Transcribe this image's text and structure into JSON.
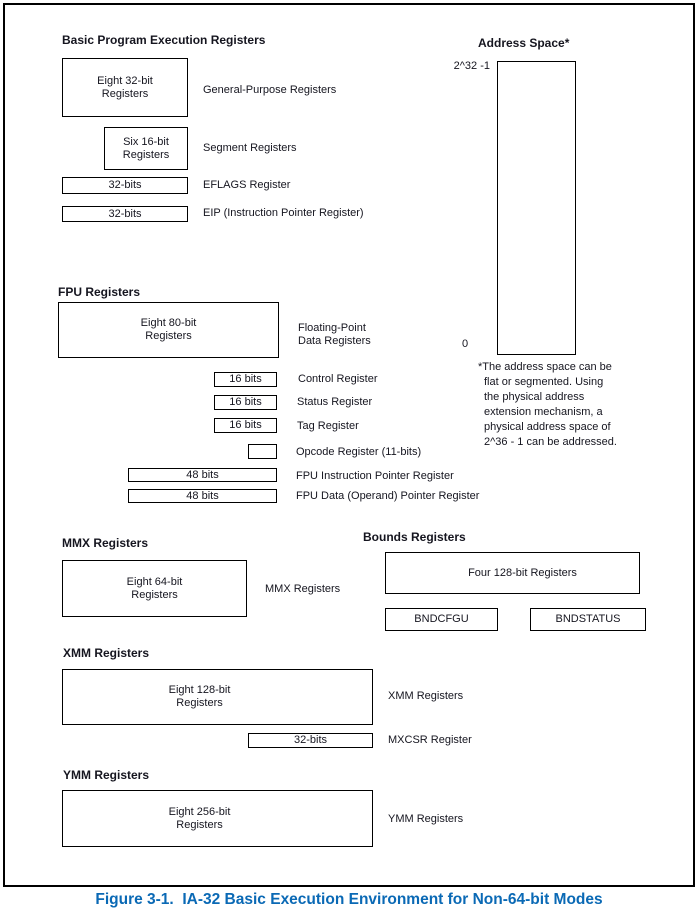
{
  "colors": {
    "text": "#15151f",
    "caption_blue": "#0a69b5",
    "border": "#000000",
    "background": "#ffffff"
  },
  "caption": {
    "text": "Figure 3-1.  IA-32 Basic Execution Environment for Non-64-bit Modes"
  },
  "basic": {
    "heading": "Basic Program Execution Registers",
    "gp_box_line1": "Eight 32-bit",
    "gp_box_line2": "Registers",
    "gp_label": "General-Purpose Registers",
    "seg_box_line1": "Six 16-bit",
    "seg_box_line2": "Registers",
    "seg_label": "Segment Registers",
    "eflags_box": "32-bits",
    "eflags_label": "EFLAGS Register",
    "eip_box": "32-bits",
    "eip_label": "EIP (Instruction Pointer Register)"
  },
  "address_space": {
    "heading": "Address Space*",
    "top_label": "2^32 -1",
    "bottom_label": "0",
    "footnote": [
      "*The address space can be",
      "flat or segmented. Using",
      "the physical address",
      "extension mechanism, a",
      "physical address space of",
      "2^36 - 1 can be addressed."
    ]
  },
  "fpu": {
    "heading": "FPU Registers",
    "main_box_line1": "Eight 80-bit",
    "main_box_line2": "Registers",
    "main_label_line1": "Floating-Point",
    "main_label_line2": "Data Registers",
    "rows": [
      {
        "box": "16 bits",
        "label": "Control Register"
      },
      {
        "box": "16 bits",
        "label": "Status Register"
      },
      {
        "box": "16 bits",
        "label": "Tag Register"
      },
      {
        "box": "",
        "label": "Opcode Register (11-bits)"
      },
      {
        "box": "48 bits",
        "label": "FPU Instruction Pointer Register"
      },
      {
        "box": "48 bits",
        "label": "FPU Data (Operand) Pointer Register"
      }
    ]
  },
  "mmx": {
    "heading": "MMX Registers",
    "box_line1": "Eight 64-bit",
    "box_line2": "Registers",
    "label": "MMX Registers"
  },
  "bounds": {
    "heading": "Bounds Registers",
    "main_box": "Four 128-bit Registers",
    "bndcfgu": "BNDCFGU",
    "bndstatus": "BNDSTATUS"
  },
  "xmm": {
    "heading": "XMM Registers",
    "box_line1": "Eight 128-bit",
    "box_line2": "Registers",
    "label": "XMM Registers",
    "mxcsr_box": "32-bits",
    "mxcsr_label": "MXCSR Register"
  },
  "ymm": {
    "heading": "YMM Registers",
    "box_line1": "Eight 256-bit",
    "box_line2": "Registers",
    "label": "YMM Registers"
  }
}
